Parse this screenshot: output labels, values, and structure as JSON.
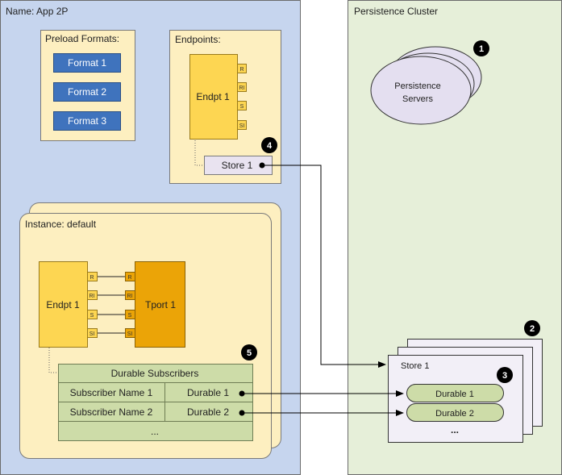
{
  "app_panel": {
    "title": "Name: App 2P",
    "fill": "#c6d5ee"
  },
  "persistence_panel": {
    "title": "Persistence Cluster",
    "fill": "#e6efd9"
  },
  "preload": {
    "title": "Preload Formats:",
    "formats": [
      "Format 1",
      "Format 2",
      "Format 3"
    ],
    "format_fill": "#3f73bd"
  },
  "endpoints": {
    "title": "Endpoints:",
    "endpoint_label": "Endpt 1",
    "ports": [
      "R",
      "RI",
      "S",
      "SI"
    ],
    "store_label": "Store 1"
  },
  "instance": {
    "title": "Instance: default",
    "endpoint_label": "Endpt 1",
    "ports": [
      "R",
      "RI",
      "S",
      "SI"
    ],
    "transport_label": "Tport 1",
    "transport_ports": [
      "R",
      "RI",
      "S",
      "SI"
    ],
    "durable_table": {
      "header": "Durable Subscribers",
      "rows": [
        [
          "Subscriber Name 1",
          "Durable 1"
        ],
        [
          "Subscriber Name 2",
          "Durable 2"
        ]
      ],
      "more": "..."
    }
  },
  "persistence_servers": {
    "label_line1": "Persistence",
    "label_line2": "Servers"
  },
  "cluster_store": {
    "title": "Store 1",
    "durables": [
      "Durable 1",
      "Durable 2"
    ],
    "more": "..."
  },
  "callouts": [
    "1",
    "2",
    "3",
    "4",
    "5"
  ],
  "colors": {
    "box_fill": "#fdefc0",
    "endpoint_fill": "#fdd652",
    "transport_fill": "#eba407",
    "port_fill": "#fdd652",
    "table_fill": "#cddca8",
    "durable_pill_fill": "#cddca8",
    "store_fill": "#e9e3f0",
    "cluster_store_fill": "#f2eff7",
    "servers_fill": "#e4dff0"
  }
}
